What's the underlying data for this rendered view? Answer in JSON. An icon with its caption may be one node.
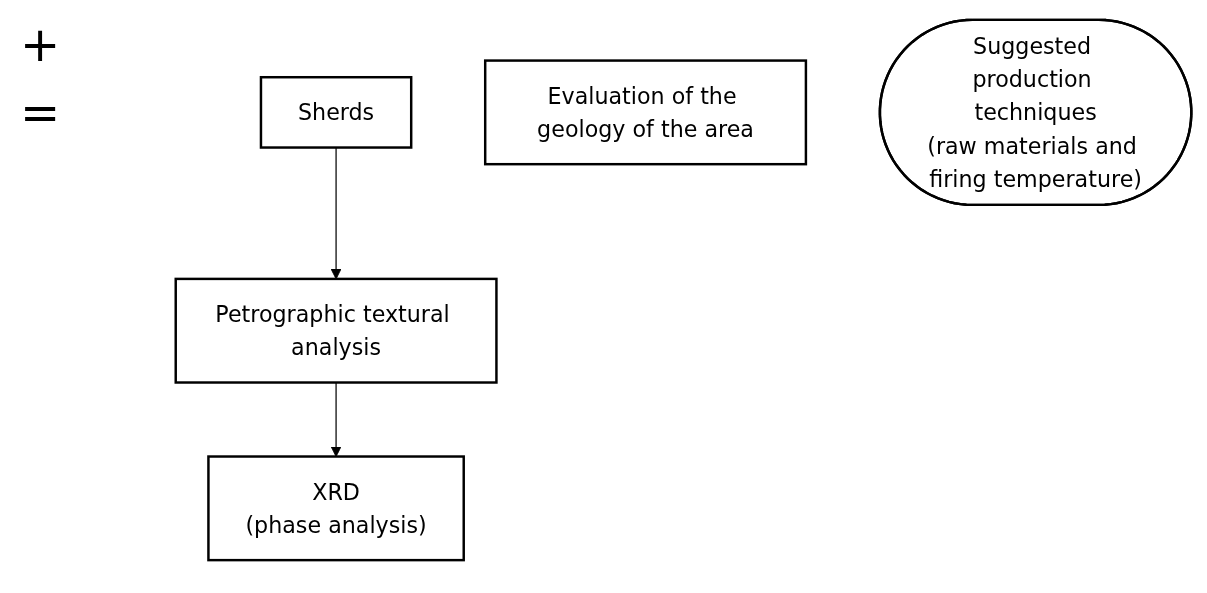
{
  "diagram": {
    "nodes": [
      {
        "text": [
          "Sherds"
        ]
      },
      {
        "text": [
          "Evaluation of the geology of the area"
        ]
      },
      {
        "text": [
          "Suggested production techniques",
          "(raw materials and firing temperature)"
        ]
      },
      {
        "text": [
          "Petrographic textural analysis"
        ]
      },
      {
        "text": [
          "XRD",
          "(phase analysis)"
        ]
      }
    ],
    "edges": [
      {
        "from": 0,
        "to": 3,
        "arrow": "to"
      },
      {
        "from": 3,
        "to": 4,
        "arrow": "to"
      }
    ],
    "labels": [
      "+",
      "="
    ]
  }
}
